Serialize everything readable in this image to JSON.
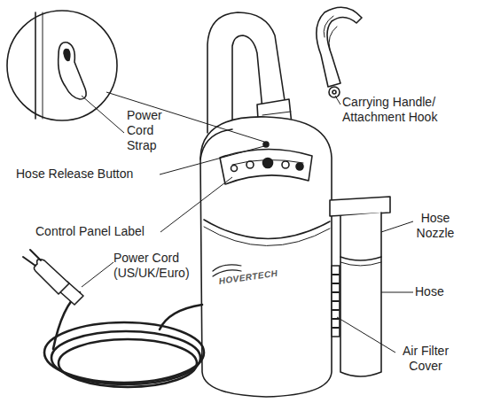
{
  "diagram": {
    "labels": [
      "Carrying Handle/ Attachment Hook",
      "Power Cord Strap",
      "Hose Release Button",
      "Control Panel Label",
      "Hose Nozzle",
      "Power Cord (US/UK/Euro)",
      "Hose",
      "Air Filter Cover",
      "HOVERTECH"
    ]
  }
}
